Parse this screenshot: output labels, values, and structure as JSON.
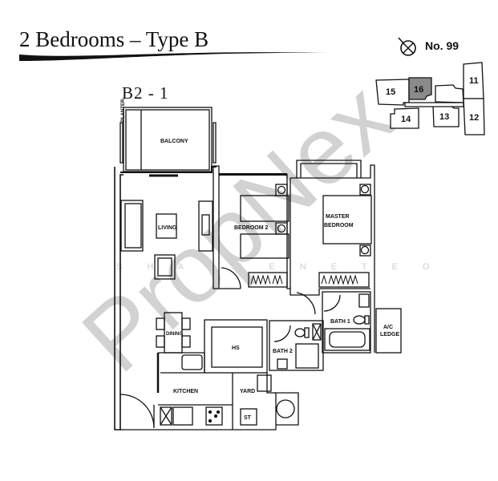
{
  "header": {
    "title": "2 Bedrooms – Type B",
    "unit_type": "B2 - 1",
    "block_number": "No. 99"
  },
  "key_plan": {
    "units": [
      "15",
      "16",
      "11",
      "12",
      "13",
      "14"
    ],
    "highlighted_unit": "16",
    "highlight_color": "#8a8a8a"
  },
  "rooms": {
    "balcony": "BALCONY",
    "planter": "PLANTER",
    "living": "LIVING",
    "bedroom2": "BEDROOM 2",
    "master_line1": "MASTER",
    "master_line2": "BEDROOM",
    "bath1": "BATH 1",
    "bath2": "BATH 2",
    "ac_line1": "A/C",
    "ac_line2": "LEDGE",
    "dining": "DINING",
    "hs": "HS",
    "kitchen": "KITCHEN",
    "yard": "YARD",
    "store": "ST"
  },
  "watermark": {
    "brand": "PropNex",
    "agent": "S H A R L E N E   T E O",
    "color": "#bdbdbd"
  }
}
